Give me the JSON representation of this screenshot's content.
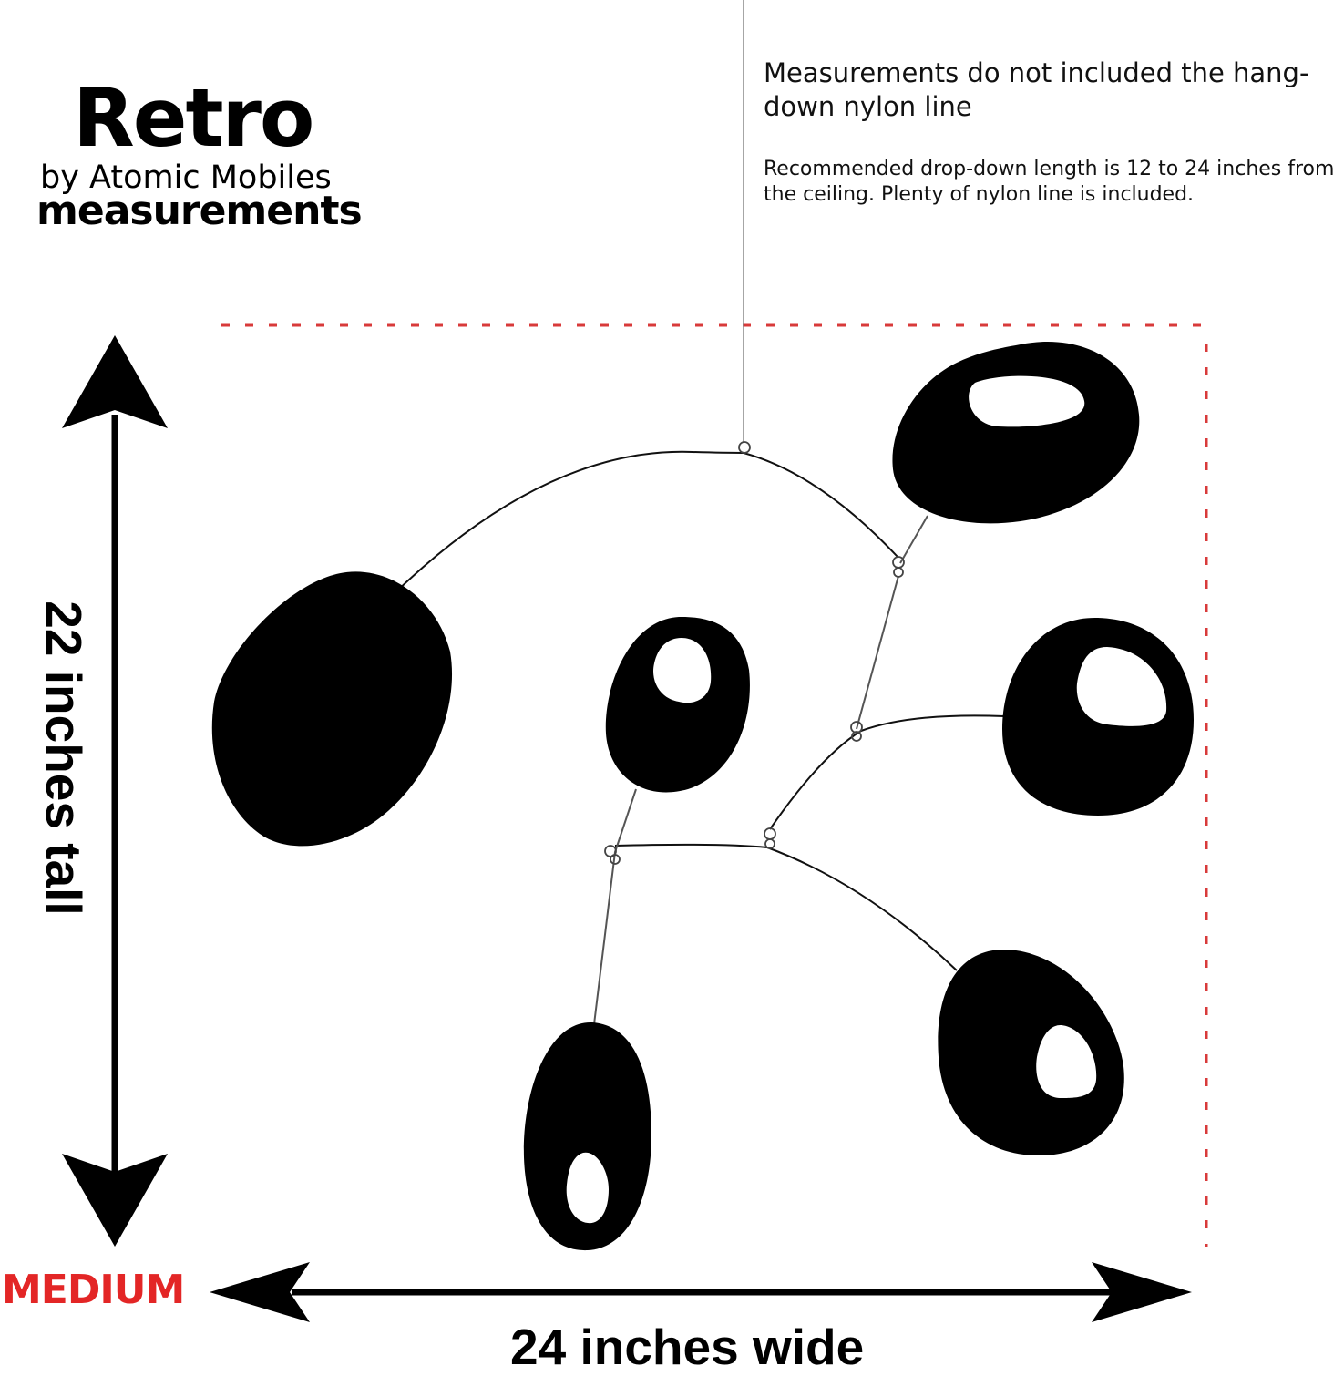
{
  "brand": {
    "title": "Retro",
    "subtitle": "by Atomic Mobiles",
    "heading": "measurements"
  },
  "notes": {
    "main": "Measurements do not included the hang-down nylon line",
    "sub": "Recommended drop-down length is 12 to 24 inches from the ceiling. Plenty of nylon line is included."
  },
  "dimensions": {
    "height_label": "22 inches tall",
    "width_label": "24 inches wide",
    "size_label": "MEDIUM"
  },
  "colors": {
    "ink": "#000000",
    "size_label": "#e32626",
    "bounding_dots": "#d83a3a"
  }
}
